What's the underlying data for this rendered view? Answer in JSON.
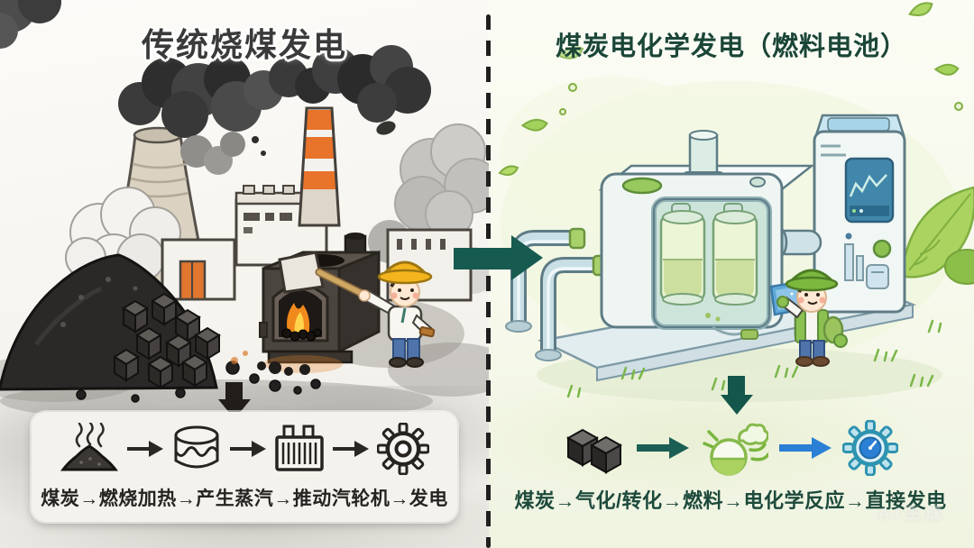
{
  "left_panel": {
    "title": "传统烧煤发电",
    "flow": {
      "text": "煤炭→燃烧加热→产生蒸汽→推动汽轮机→发电",
      "steps": [
        "煤炭",
        "燃烧加热",
        "产生蒸汽",
        "推动汽轮机",
        "发电"
      ],
      "icons": [
        "smoking-coal-pile-icon",
        "arrow-right-icon",
        "steam-drum-icon",
        "arrow-right-icon",
        "steam-boiler-icon",
        "arrow-right-icon",
        "turbine-gear-icon"
      ]
    },
    "scene_elements": [
      "black-smoke-clouds",
      "cooling-tower",
      "striped-smokestack",
      "power-plant-buildings",
      "coal-pile",
      "coal-furnace-with-fire",
      "worker-yellow-helmet-shovel"
    ]
  },
  "right_panel": {
    "title": "煤炭电化学发电（燃料电池）",
    "flow": {
      "text": "煤炭→气化/转化→燃料→电化学反应→直接发电",
      "steps": [
        "煤炭",
        "气化/转化",
        "燃料",
        "电化学反应",
        "直接发电"
      ],
      "icons": [
        "coal-cubes-icon",
        "teal-arrow-right-icon",
        "gasification-flask-icon",
        "blue-arrow-right-icon",
        "electro-gear-gauge-icon"
      ]
    },
    "scene_elements": [
      "green-leaves",
      "fuel-cell-unit-with-cylinders",
      "pipes",
      "control-cabinet-with-screen",
      "worker-green-helmet-tablet",
      "bush",
      "grass"
    ]
  },
  "colors": {
    "left_title": "#3a3a3a",
    "right_title": "#1b4637",
    "left_flow_text": "#262422",
    "right_flow_text": "#1d4a3c",
    "center_arrow_teal": "#175a50",
    "down_arrow_left": "#221d19",
    "down_arrow_right": "#15564c",
    "flow_arrow_blue": "#2b7fd4",
    "eco_green": "#8bc34a",
    "smokestack_orange": "#e0762f",
    "helmet_yellow": "#f3b41d",
    "helmet_green": "#7cb83e"
  },
  "watermark": {
    "text": "AI生成"
  }
}
